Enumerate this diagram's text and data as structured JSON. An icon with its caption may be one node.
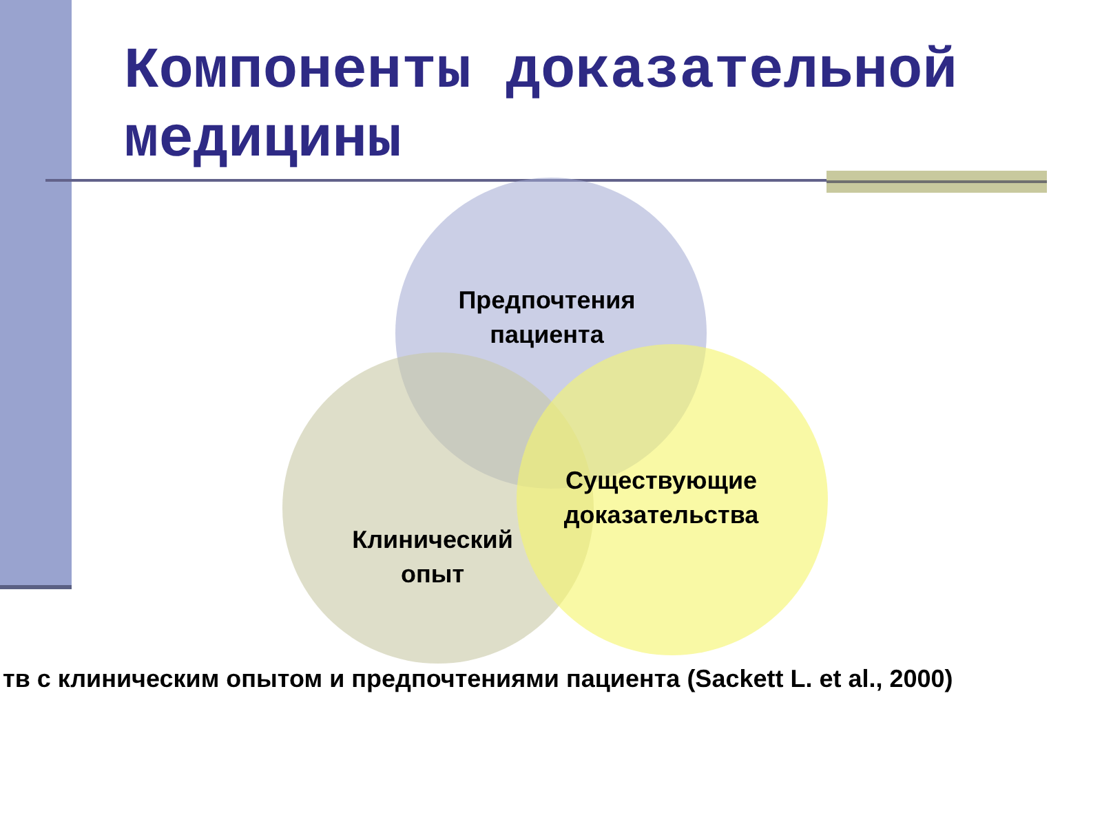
{
  "diagram": {
    "title": "Компоненты доказательной медицины",
    "caption": "тв с клиническим опытом и предпочтениями пациента (Sackett L. et al., 2000)",
    "nodes": [
      {
        "text": [
          "Предпочтения пациента"
        ]
      },
      {
        "text": [
          "Клинический опыт"
        ]
      },
      {
        "text": [
          "Существующие доказательства"
        ]
      }
    ]
  }
}
